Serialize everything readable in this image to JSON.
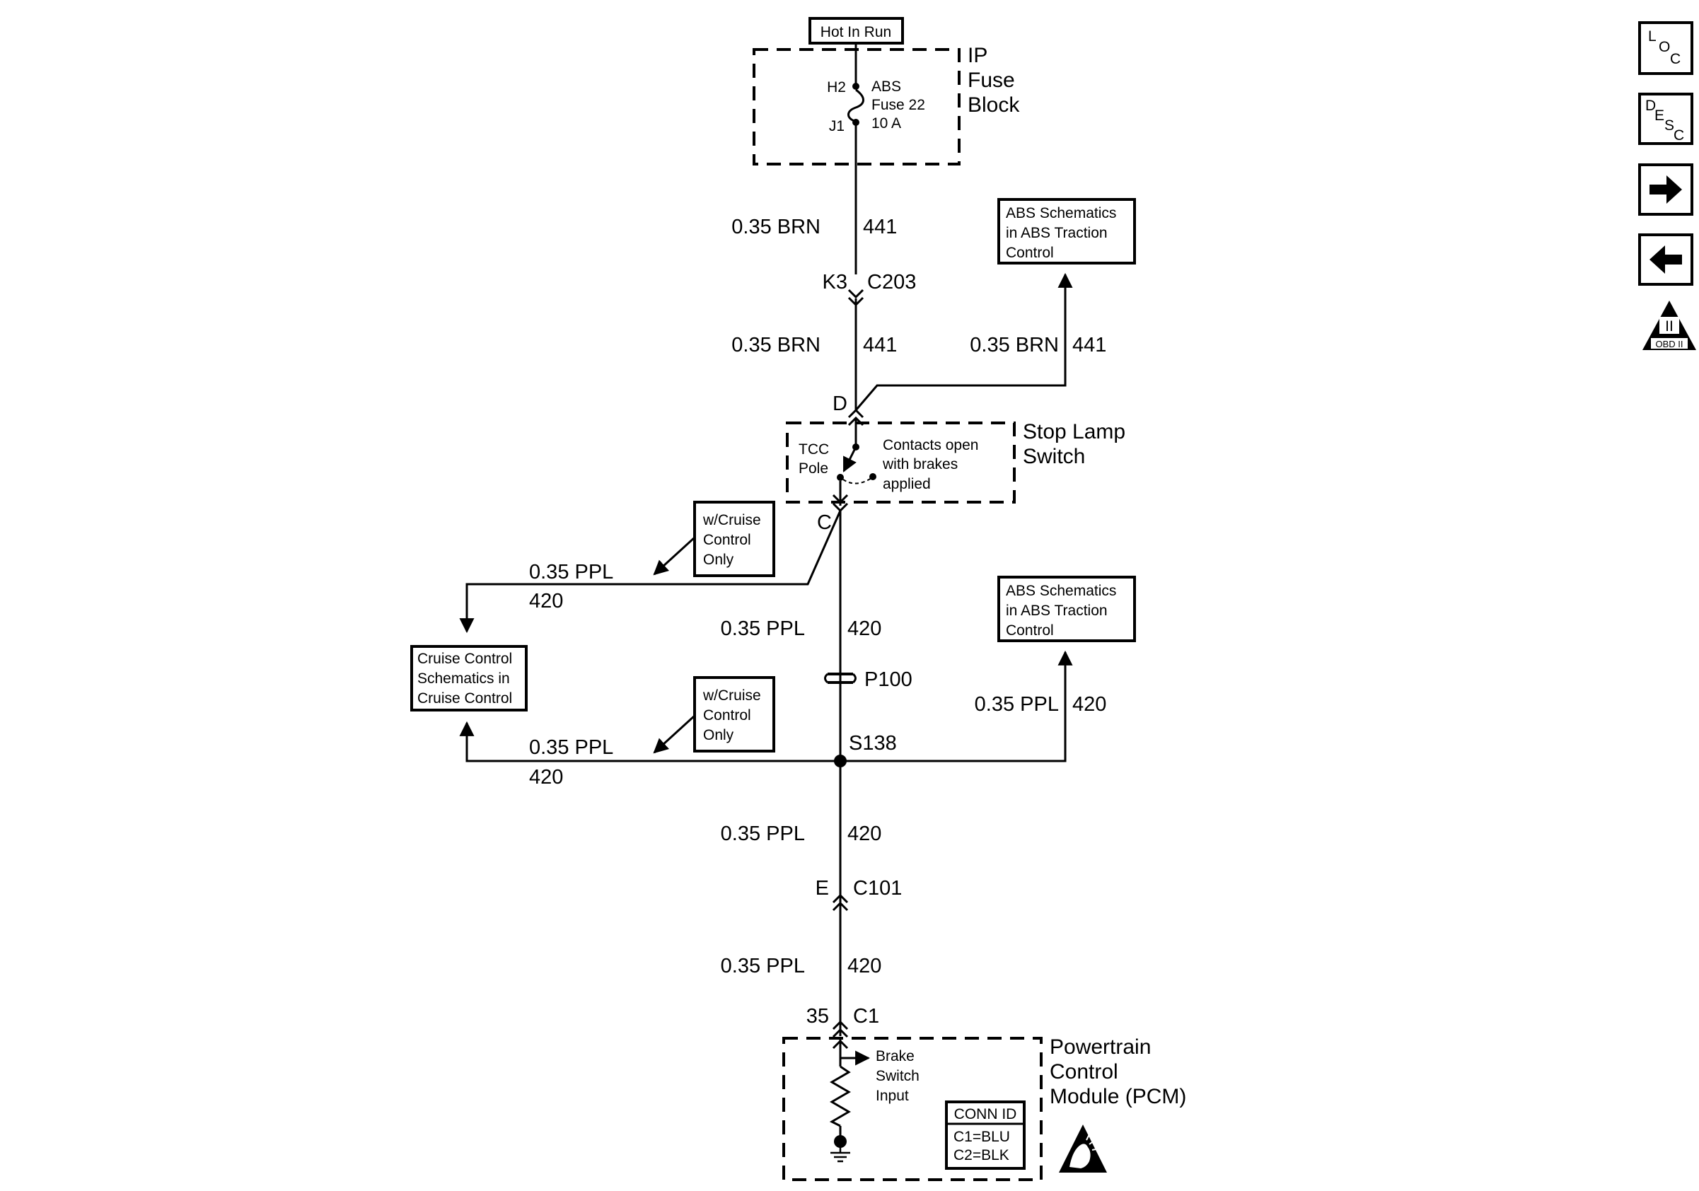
{
  "power": {
    "label": "Hot In Run"
  },
  "fuse_block": {
    "name_lines": [
      "IP",
      "Fuse",
      "Block"
    ],
    "pin_top": "H2",
    "pin_bottom": "J1",
    "fuse_lines": [
      "ABS",
      "Fuse 22",
      "10 A"
    ]
  },
  "wires": {
    "brn_a": {
      "gauge": "0.35 BRN",
      "circuit": "441"
    },
    "brn_b": {
      "gauge": "0.35 BRN",
      "circuit": "441"
    },
    "brn_c": {
      "gauge": "0.35 BRN",
      "circuit": "441"
    },
    "ppl_upper_left": {
      "gauge": "0.35 PPL",
      "circuit": "420"
    },
    "ppl_center_a": {
      "gauge": "0.35 PPL",
      "circuit": "420"
    },
    "ppl_right": {
      "gauge": "0.35 PPL",
      "circuit": "420"
    },
    "ppl_lower_left": {
      "gauge": "0.35 PPL",
      "circuit": "420"
    },
    "ppl_center_b": {
      "gauge": "0.35 PPL",
      "circuit": "420"
    },
    "ppl_center_c": {
      "gauge": "0.35 PPL",
      "circuit": "420"
    }
  },
  "connectors": {
    "c203": {
      "pin": "K3",
      "name": "C203"
    },
    "c101": {
      "pin": "E",
      "name": "C101"
    },
    "c1": {
      "pin": "35",
      "name": "C1"
    }
  },
  "stop_lamp_switch": {
    "name_lines": [
      "Stop Lamp",
      "Switch"
    ],
    "pin_top": "D",
    "pin_bottom": "C",
    "pole_lines": [
      "TCC",
      "Pole"
    ],
    "note_lines": [
      "Contacts open",
      "with brakes",
      "applied"
    ]
  },
  "abs_ref_top": {
    "lines": [
      "ABS Schematics",
      "in ABS Traction",
      "Control"
    ]
  },
  "abs_ref_bottom": {
    "lines": [
      "ABS Schematics",
      "in ABS Traction",
      "Control"
    ]
  },
  "cruise_note_top": {
    "lines": [
      "w/Cruise",
      "Control",
      "Only"
    ]
  },
  "cruise_note_bottom": {
    "lines": [
      "w/Cruise",
      "Control",
      "Only"
    ]
  },
  "cruise_ref": {
    "lines": [
      "Cruise Control",
      "Schematics in",
      "Cruise Control"
    ]
  },
  "inline_p100": {
    "name": "P100"
  },
  "splice": {
    "name": "S138"
  },
  "pcm": {
    "name_lines": [
      "Powertrain",
      "Control",
      "Module (PCM)"
    ],
    "input_lines": [
      "Brake",
      "Switch",
      "Input"
    ],
    "conn_id": {
      "title": "CONN ID",
      "lines": [
        "C1=BLU",
        "C2=BLK"
      ]
    }
  },
  "nav": {
    "loc": {
      "l1": "L",
      "l2": "O",
      "l3": "C"
    },
    "desc": {
      "l1": "D",
      "l2": "E",
      "l3": "S",
      "l4": "C"
    },
    "obd": {
      "num": "II",
      "label": "OBD II"
    }
  }
}
